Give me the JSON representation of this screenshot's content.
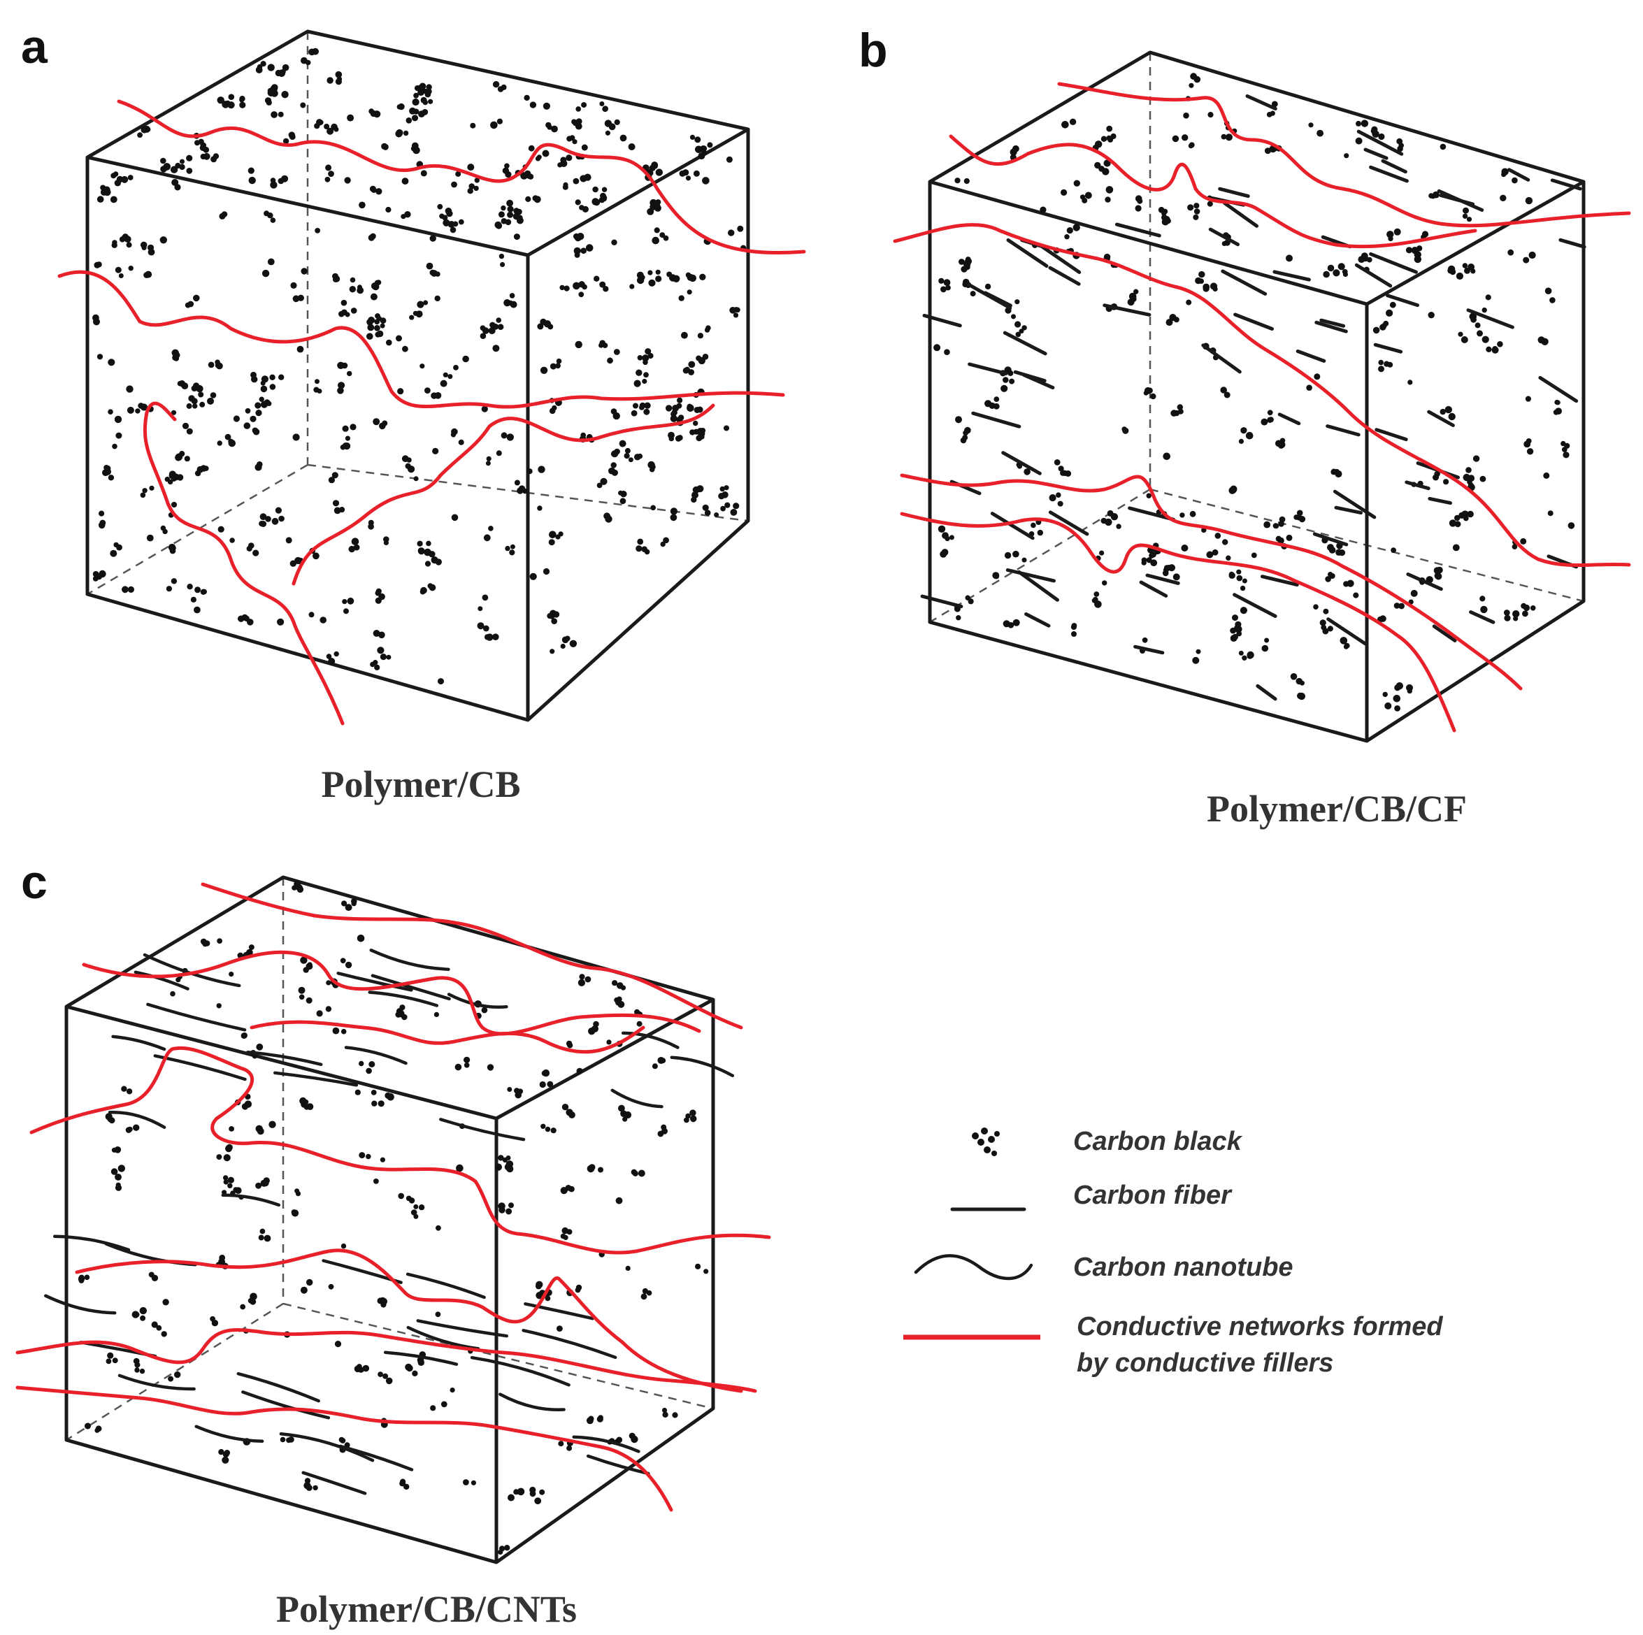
{
  "colors": {
    "network": "#e8202a",
    "filler": "#111111",
    "edge": "#1a1a1a"
  },
  "panels": [
    {
      "letter": "a",
      "caption": "Polymer/CB"
    },
    {
      "letter": "b",
      "caption": "Polymer/CB/CF"
    },
    {
      "letter": "c",
      "caption": "Polymer/CB/CNTs"
    }
  ],
  "legend": {
    "items": [
      {
        "icon": "carbon-black-icon",
        "label": "Carbon black"
      },
      {
        "icon": "carbon-fiber-icon",
        "label": "Carbon fiber"
      },
      {
        "icon": "carbon-nanotube-icon",
        "label": "Carbon nanotube"
      },
      {
        "icon": "conductive-network-icon",
        "label_line1": "Conductive networks formed",
        "label_line2": "by conductive fillers"
      }
    ]
  }
}
